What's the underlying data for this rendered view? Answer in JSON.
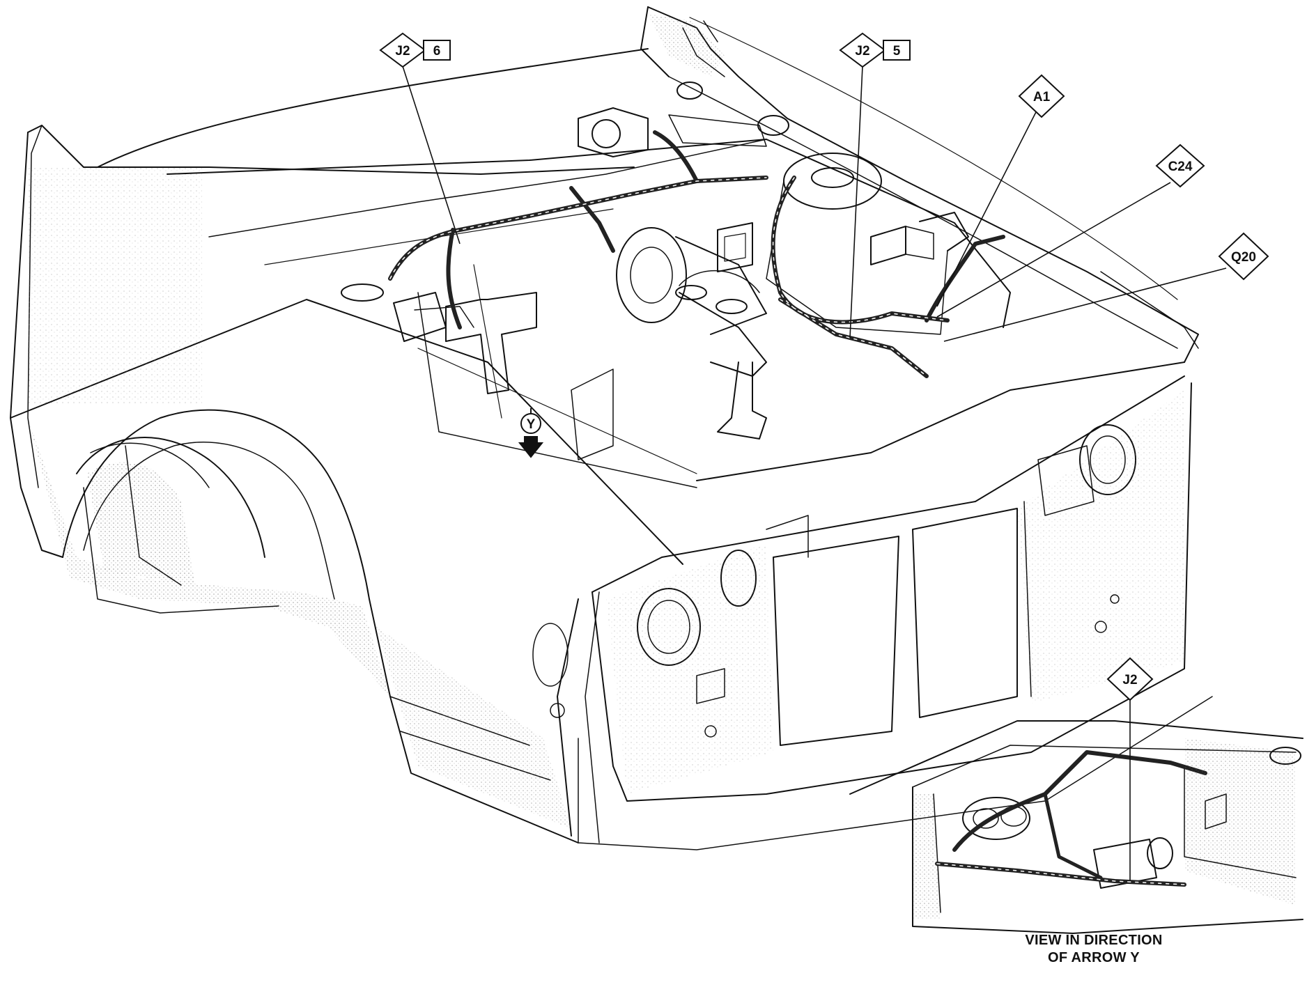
{
  "callouts": {
    "j2_6": {
      "code": "J2",
      "ref": "6"
    },
    "j2_5": {
      "code": "J2",
      "ref": "5"
    },
    "a1": {
      "code": "A1"
    },
    "c24": {
      "code": "C24"
    },
    "q20": {
      "code": "Q20"
    },
    "j2_inset": {
      "code": "J2"
    },
    "arrow_y": {
      "letter": "Y"
    }
  },
  "inset_caption": {
    "line1": "VIEW IN DIRECTION",
    "line2": "OF ARROW Y"
  },
  "colors": {
    "ink": "#111111",
    "shade": "#9a9a9a",
    "paper": "#ffffff"
  }
}
